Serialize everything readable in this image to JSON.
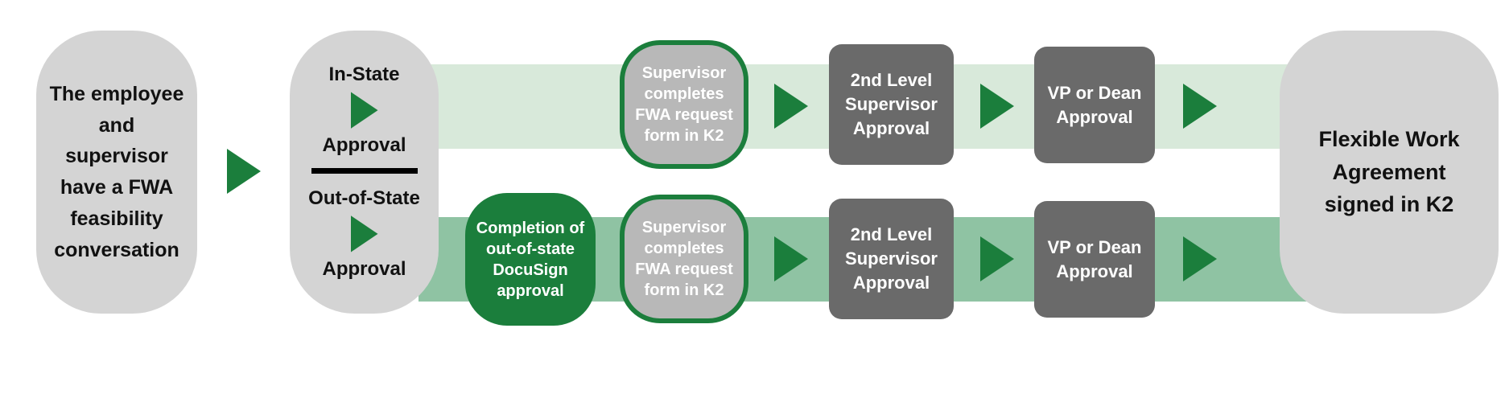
{
  "flow": {
    "start": "The employee and supervisor have a FWA feasibility conversation",
    "branch": {
      "top_label": "In-State",
      "top_sublabel": "Approval",
      "bottom_label": "Out-of-State",
      "bottom_sublabel": "Approval"
    },
    "in_state_path": [
      "Supervisor completes FWA request form in K2",
      "2nd Level Supervisor Approval",
      "VP or Dean Approval"
    ],
    "out_of_state_path": [
      "Completion of out-of-state DocuSign approval",
      "Supervisor completes FWA request form in K2",
      "2nd Level Supervisor Approval",
      "VP or Dean Approval"
    ],
    "end": "Flexible Work Agreement signed in K2"
  },
  "colors": {
    "accent_green": "#1b7e3c",
    "light_green_band": "#d8e9da",
    "medium_green_band": "#8fc3a3",
    "gray_node": "#d4d4d4",
    "dark_gray_node": "#6a6a6a",
    "step_gray_node": "#b8b8b8"
  }
}
